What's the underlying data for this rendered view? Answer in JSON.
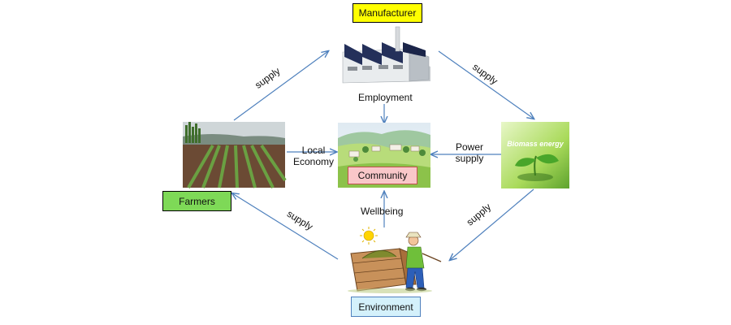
{
  "nodes": {
    "manufacturer": {
      "label": "Manufacturer",
      "color": "#ffff00"
    },
    "farmers": {
      "label": "Farmers",
      "color": "#7ed957"
    },
    "community": {
      "label": "Community",
      "color": "#f9c7c9"
    },
    "environment": {
      "label": "Environment",
      "color": "#d4f1fb"
    }
  },
  "image_text": {
    "biomass": "Biomass energy"
  },
  "edges": {
    "farmers_to_manufacturer": "supply",
    "manufacturer_to_biomass": "supply",
    "environment_to_farmers": "supply",
    "biomass_to_environment": "supply",
    "manufacturer_to_community": "Employment",
    "farmers_to_community": [
      "Local",
      "Economy"
    ],
    "biomass_to_community": [
      "Power",
      "supply"
    ],
    "environment_to_community": "Wellbeing"
  },
  "colors": {
    "arrow": "#4f81bd"
  }
}
